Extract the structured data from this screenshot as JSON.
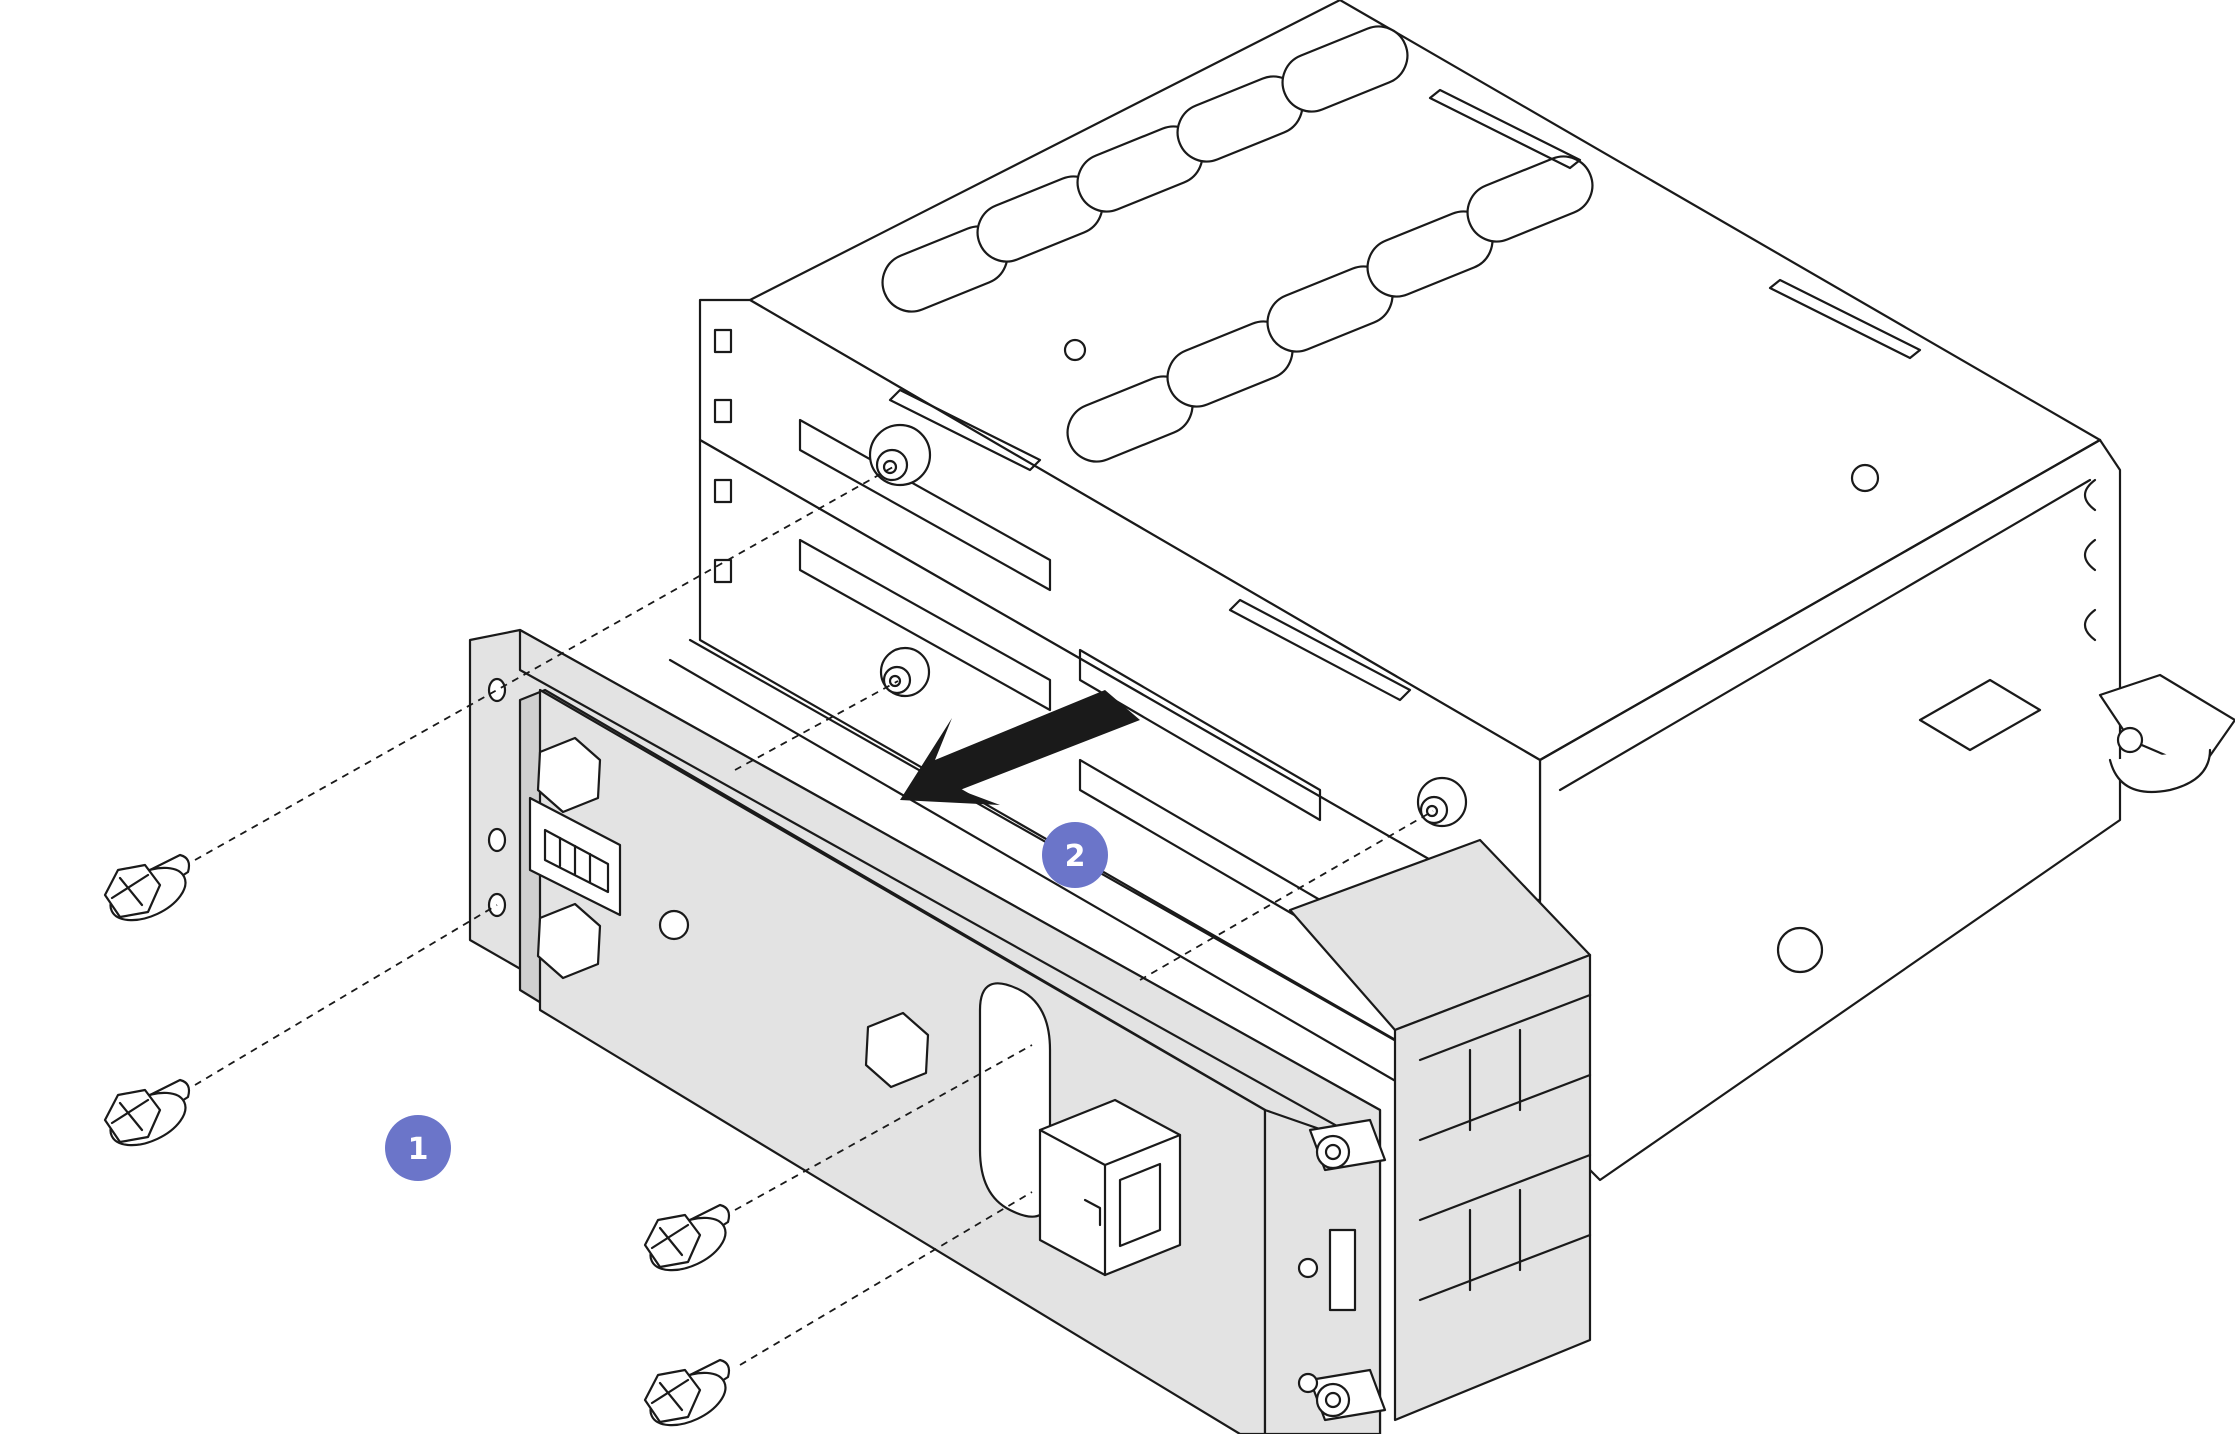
{
  "callouts": [
    {
      "id": "step-1",
      "label": "1"
    },
    {
      "id": "step-2",
      "label": "2"
    }
  ],
  "colors": {
    "callout_fill": "#6b75c9",
    "line": "#1a1a1a",
    "part_fill": "#e3e3e3",
    "arrow": "#1a1a1a"
  },
  "icons": [
    "screw-icon",
    "direction-arrow-icon"
  ]
}
